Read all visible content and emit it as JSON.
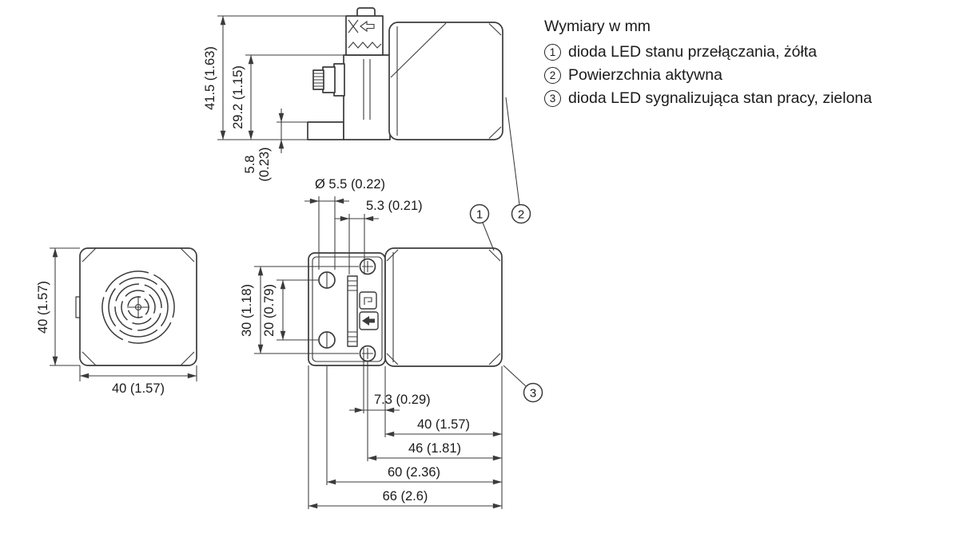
{
  "legend": {
    "title": "Wymiary w mm",
    "items": [
      {
        "num": "1",
        "text": "dioda LED stanu przełączania, żółta"
      },
      {
        "num": "2",
        "text": "Powierzchnia aktywna"
      },
      {
        "num": "3",
        "text": "dioda LED sygnalizująca stan pracy, zielona"
      }
    ]
  },
  "dims": {
    "total_height": "41.5 (1.63)",
    "body_height": "29.2 (1.15)",
    "foot_height_mm": "5.8",
    "foot_height_in": "(0.23)",
    "hole_diameter": "Ø 5.5 (0.22)",
    "hole_offset": "5.3 (0.21)",
    "front_height": "40 (1.57)",
    "front_width": "40 (1.57)",
    "hole_spacing_outer": "30 (1.18)",
    "screw_spacing": "20 (0.79)",
    "head_offset": "7.3 (0.29)",
    "head_width": "40 (1.57)",
    "width_to_hole": "46 (1.81)",
    "width_to_screw": "60 (2.36)",
    "total_width": "66 (2.6)"
  },
  "callouts": {
    "led_switching": "1",
    "active_surface": "2",
    "led_status": "3"
  }
}
